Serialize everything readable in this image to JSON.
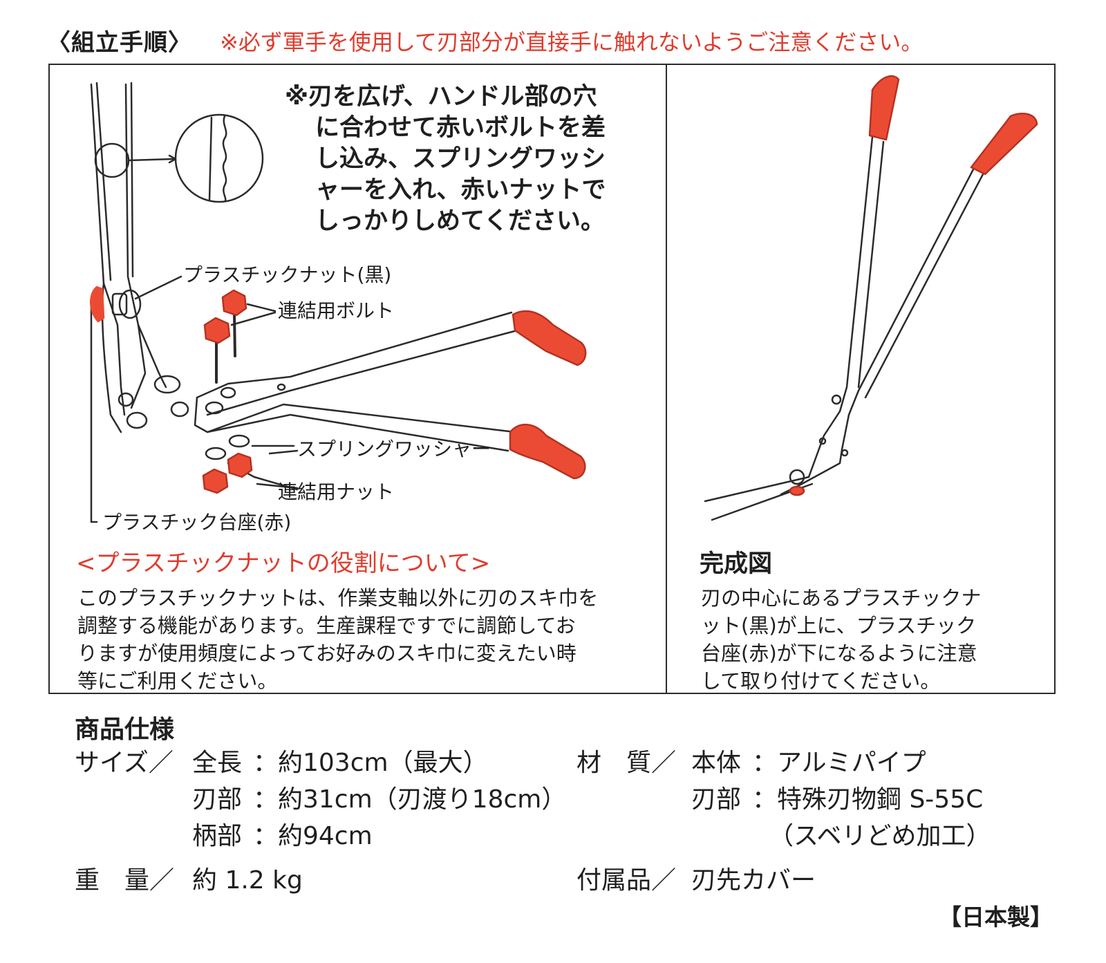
{
  "header": {
    "title": "〈組立手順〉",
    "warning": "※必ず軍手を使用して刃部分が直接手に触れないようご注意ください。"
  },
  "instructions": {
    "lines": [
      "※刃を広げ、ハンドル部の穴",
      "に合わせて赤いボルトを差",
      "し込み、スプリングワッシ",
      "ャーを入れ、赤いナットで",
      "しっかりしめてください。"
    ]
  },
  "parts": {
    "plastic_nut": "プラスチックナット(黒)",
    "bolt": "連結用ボルト",
    "spring_washer": "スプリングワッシャー",
    "nut": "連結用ナット",
    "plastic_base": "プラスチック台座(赤)"
  },
  "role": {
    "title": "<プラスチックナットの役割について>",
    "lines": [
      "このプラスチックナットは、作業支軸以外に刃のスキ巾を",
      "調整する機能があります。生産課程ですでに調節してお",
      "りますが使用頻度によってお好みのスキ巾に変えたい時",
      "等にご利用ください。"
    ]
  },
  "finished": {
    "title": "完成図",
    "lines": [
      "刃の中心にあるプラスチックナ",
      "ット(黒)が上に、プラスチック",
      "台座(赤)が下になるように注意",
      "して取り付けてください。"
    ]
  },
  "specs": {
    "title": "商品仕様",
    "size_label": "サイズ／",
    "size_items": [
      {
        "name": "全長",
        "value": "：約103cm（最大）"
      },
      {
        "name": "刃部",
        "value": "：約31cm（刃渡り18cm）"
      },
      {
        "name": "柄部",
        "value": "：約94cm"
      }
    ],
    "weight_label": "重　量／",
    "weight_value": "約 1.2 kg",
    "material_label": "材　質／",
    "material_items": [
      {
        "name": "本体",
        "value": "：アルミパイプ"
      },
      {
        "name": "刃部",
        "value": "：特殊刃物鋼 S-55C"
      }
    ],
    "material_note": "（スベリどめ加工）",
    "accessory_label": "付属品／",
    "accessory_value": "刃先カバー"
  },
  "origin": "【日本製】",
  "colors": {
    "accent_red": "#e03c2e",
    "grip_red": "#ec4b33",
    "line": "#2b2b2b"
  }
}
